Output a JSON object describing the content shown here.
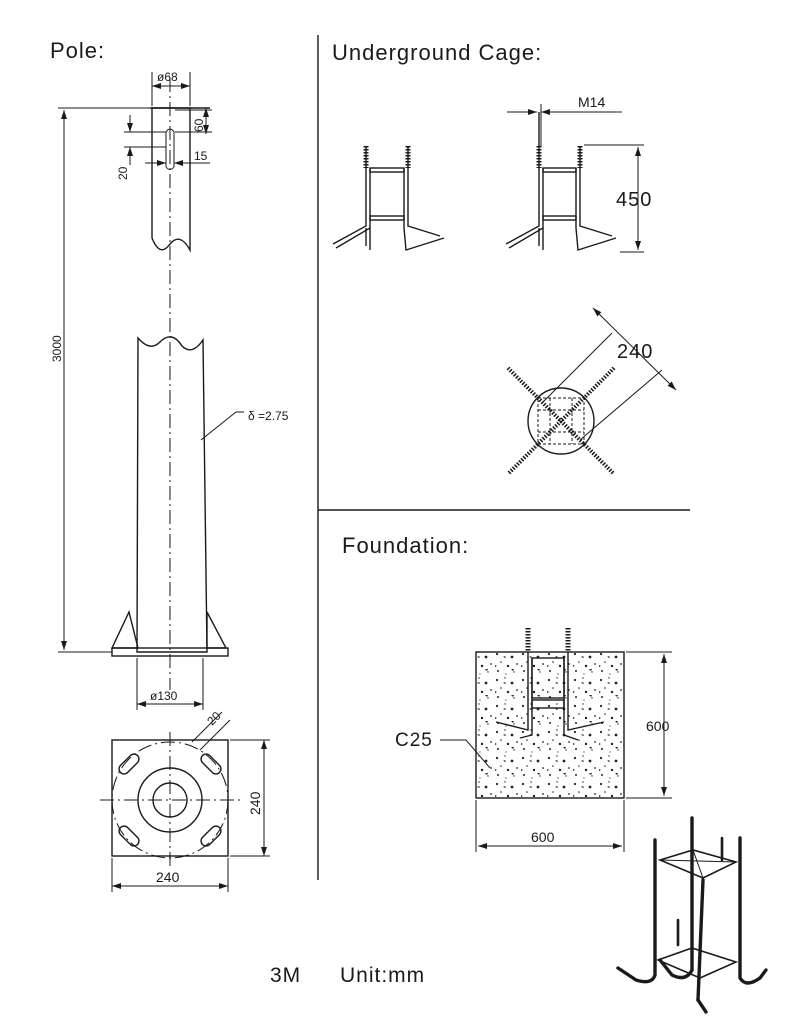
{
  "sections": {
    "pole": "Pole:",
    "cage": "Underground  Cage:",
    "foundation": "Foundation:"
  },
  "pole": {
    "top_diameter": "ø68",
    "slot_length": "60",
    "slot_offset": "20",
    "slot_width": "15",
    "height": "3000",
    "thickness": "δ =2.75",
    "base_diameter": "ø130",
    "base_slot": "20",
    "base_width": "240",
    "base_height": "240"
  },
  "cage": {
    "bolt": "M14",
    "height": "450",
    "spacing": "240"
  },
  "foundation": {
    "concrete": "C25",
    "height": "600",
    "width": "600"
  },
  "footer": {
    "model": "3M",
    "unit": "Unit:mm"
  }
}
